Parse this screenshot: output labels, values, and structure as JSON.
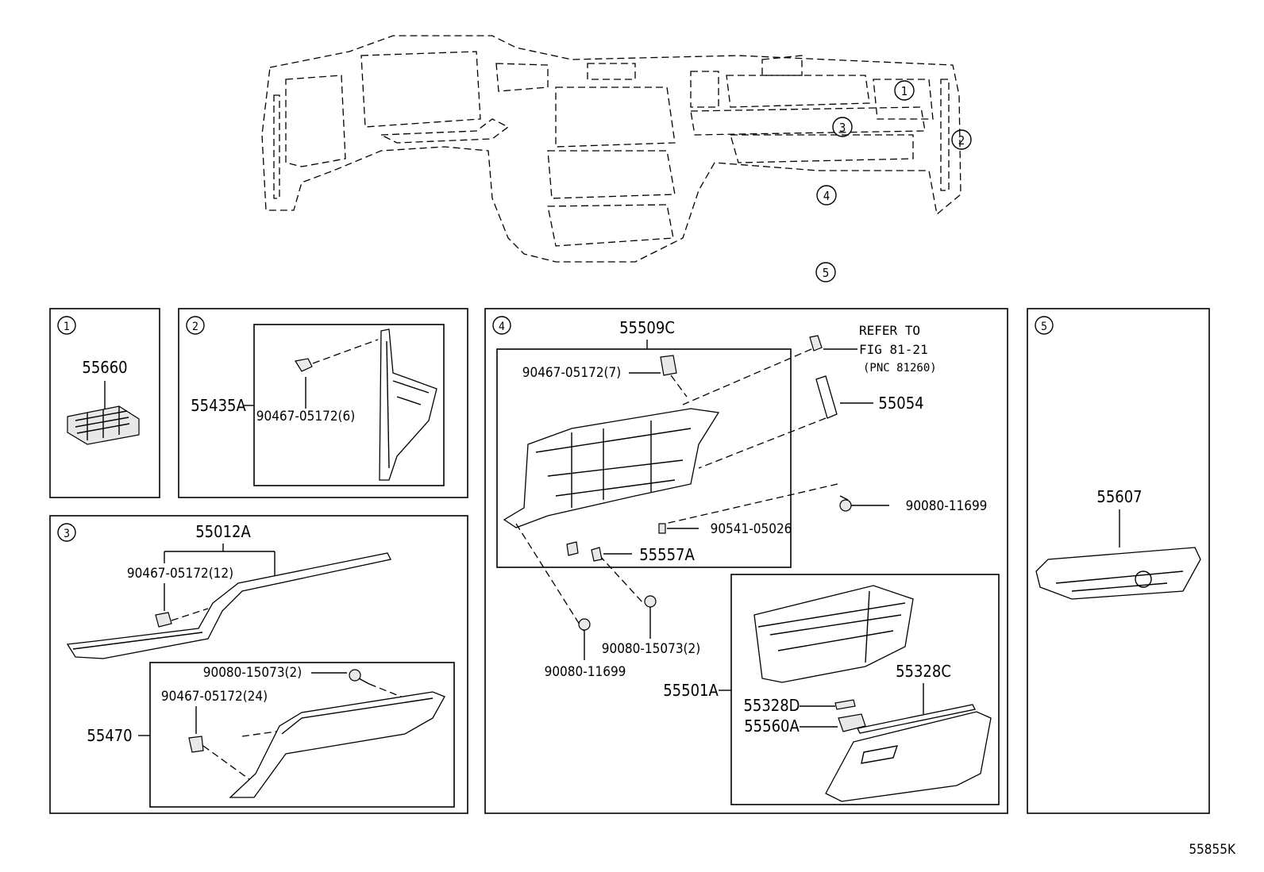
{
  "dash_callouts": [
    "1",
    "2",
    "3",
    "4",
    "5"
  ],
  "panels": [
    {
      "num": "1",
      "parts": [
        "55660"
      ]
    },
    {
      "num": "2",
      "parts": [
        "55435A",
        "90467-05172(6)"
      ]
    },
    {
      "num": "3",
      "parts": [
        "55012A",
        "90467-05172(12)",
        "90080-15073(2)",
        "90467-05172(24)",
        "55470"
      ]
    },
    {
      "num": "4",
      "parts": [
        "55509C",
        "90467-05172(7)",
        "55054",
        "90080-11699",
        "90541-05026",
        "55557A",
        "90080-15073(2)",
        "90080-11699",
        "55501A",
        "55328C",
        "55328D",
        "55560A"
      ]
    },
    {
      "num": "5",
      "parts": [
        "55607"
      ]
    }
  ],
  "refer": {
    "line1": "REFER TO",
    "line2": "FIG 81-21",
    "line3": "(PNC 81260)"
  },
  "diagram_code": "55855K"
}
